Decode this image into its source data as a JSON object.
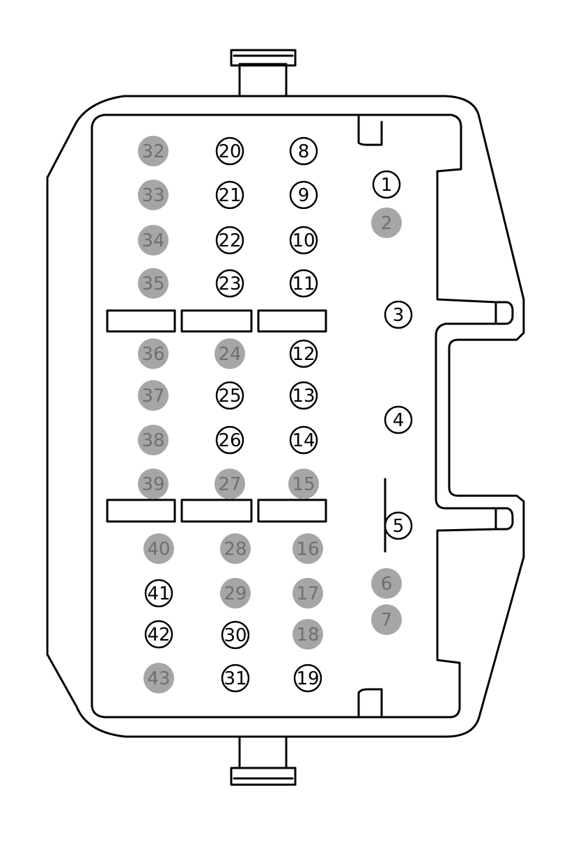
{
  "diagram": {
    "colors": {
      "outline": "#000000",
      "pin_fill_grey": "#a6a6a6",
      "pin_text_grey": "#6f6f6f",
      "pin_text_dark": "#000000",
      "pin_fill_open": "#ffffff"
    },
    "pins": [
      {
        "label": "1",
        "state": "open"
      },
      {
        "label": "2",
        "state": "filled"
      },
      {
        "label": "3",
        "state": "open"
      },
      {
        "label": "4",
        "state": "open"
      },
      {
        "label": "5",
        "state": "open"
      },
      {
        "label": "6",
        "state": "filled"
      },
      {
        "label": "7",
        "state": "filled"
      },
      {
        "label": "8",
        "state": "open"
      },
      {
        "label": "9",
        "state": "open"
      },
      {
        "label": "10",
        "state": "open"
      },
      {
        "label": "11",
        "state": "open"
      },
      {
        "label": "12",
        "state": "open"
      },
      {
        "label": "13",
        "state": "open"
      },
      {
        "label": "14",
        "state": "open"
      },
      {
        "label": "15",
        "state": "filled"
      },
      {
        "label": "16",
        "state": "filled"
      },
      {
        "label": "17",
        "state": "filled"
      },
      {
        "label": "18",
        "state": "filled"
      },
      {
        "label": "19",
        "state": "open"
      },
      {
        "label": "20",
        "state": "open"
      },
      {
        "label": "21",
        "state": "open"
      },
      {
        "label": "22",
        "state": "open"
      },
      {
        "label": "23",
        "state": "open"
      },
      {
        "label": "24",
        "state": "filled"
      },
      {
        "label": "25",
        "state": "open"
      },
      {
        "label": "26",
        "state": "open"
      },
      {
        "label": "27",
        "state": "filled"
      },
      {
        "label": "28",
        "state": "filled"
      },
      {
        "label": "29",
        "state": "filled"
      },
      {
        "label": "30",
        "state": "open"
      },
      {
        "label": "31",
        "state": "open"
      },
      {
        "label": "32",
        "state": "filled"
      },
      {
        "label": "33",
        "state": "filled"
      },
      {
        "label": "34",
        "state": "filled"
      },
      {
        "label": "35",
        "state": "filled"
      },
      {
        "label": "36",
        "state": "filled"
      },
      {
        "label": "37",
        "state": "filled"
      },
      {
        "label": "38",
        "state": "filled"
      },
      {
        "label": "39",
        "state": "filled"
      },
      {
        "label": "40",
        "state": "filled"
      },
      {
        "label": "41",
        "state": "open"
      },
      {
        "label": "42",
        "state": "open"
      },
      {
        "label": "43",
        "state": "filled"
      }
    ]
  }
}
